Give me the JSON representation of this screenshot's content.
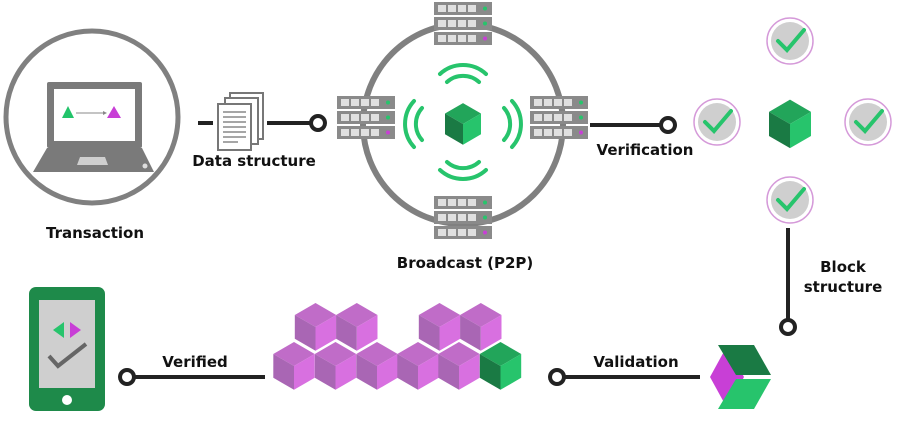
{
  "labels": {
    "transaction": "Transaction",
    "data_structure": "Data structure",
    "broadcast": "Broadcast (P2P)",
    "verification": "Verification",
    "block_structure_1": "Block",
    "block_structure_2": "structure",
    "validation": "Validation",
    "verified": "Verified"
  },
  "colors": {
    "green": "#22a55a",
    "green_light": "#27c46c",
    "green_dark": "#1a7a44",
    "purple": "#c86cd6",
    "magenta": "#c83fd6",
    "grey": "#808080",
    "line": "#222222"
  },
  "icons": [
    "laptop-icon",
    "documents-icon",
    "server-icon",
    "wifi-icon",
    "cube-icon",
    "check-icon",
    "chevron-icon",
    "phone-icon"
  ]
}
